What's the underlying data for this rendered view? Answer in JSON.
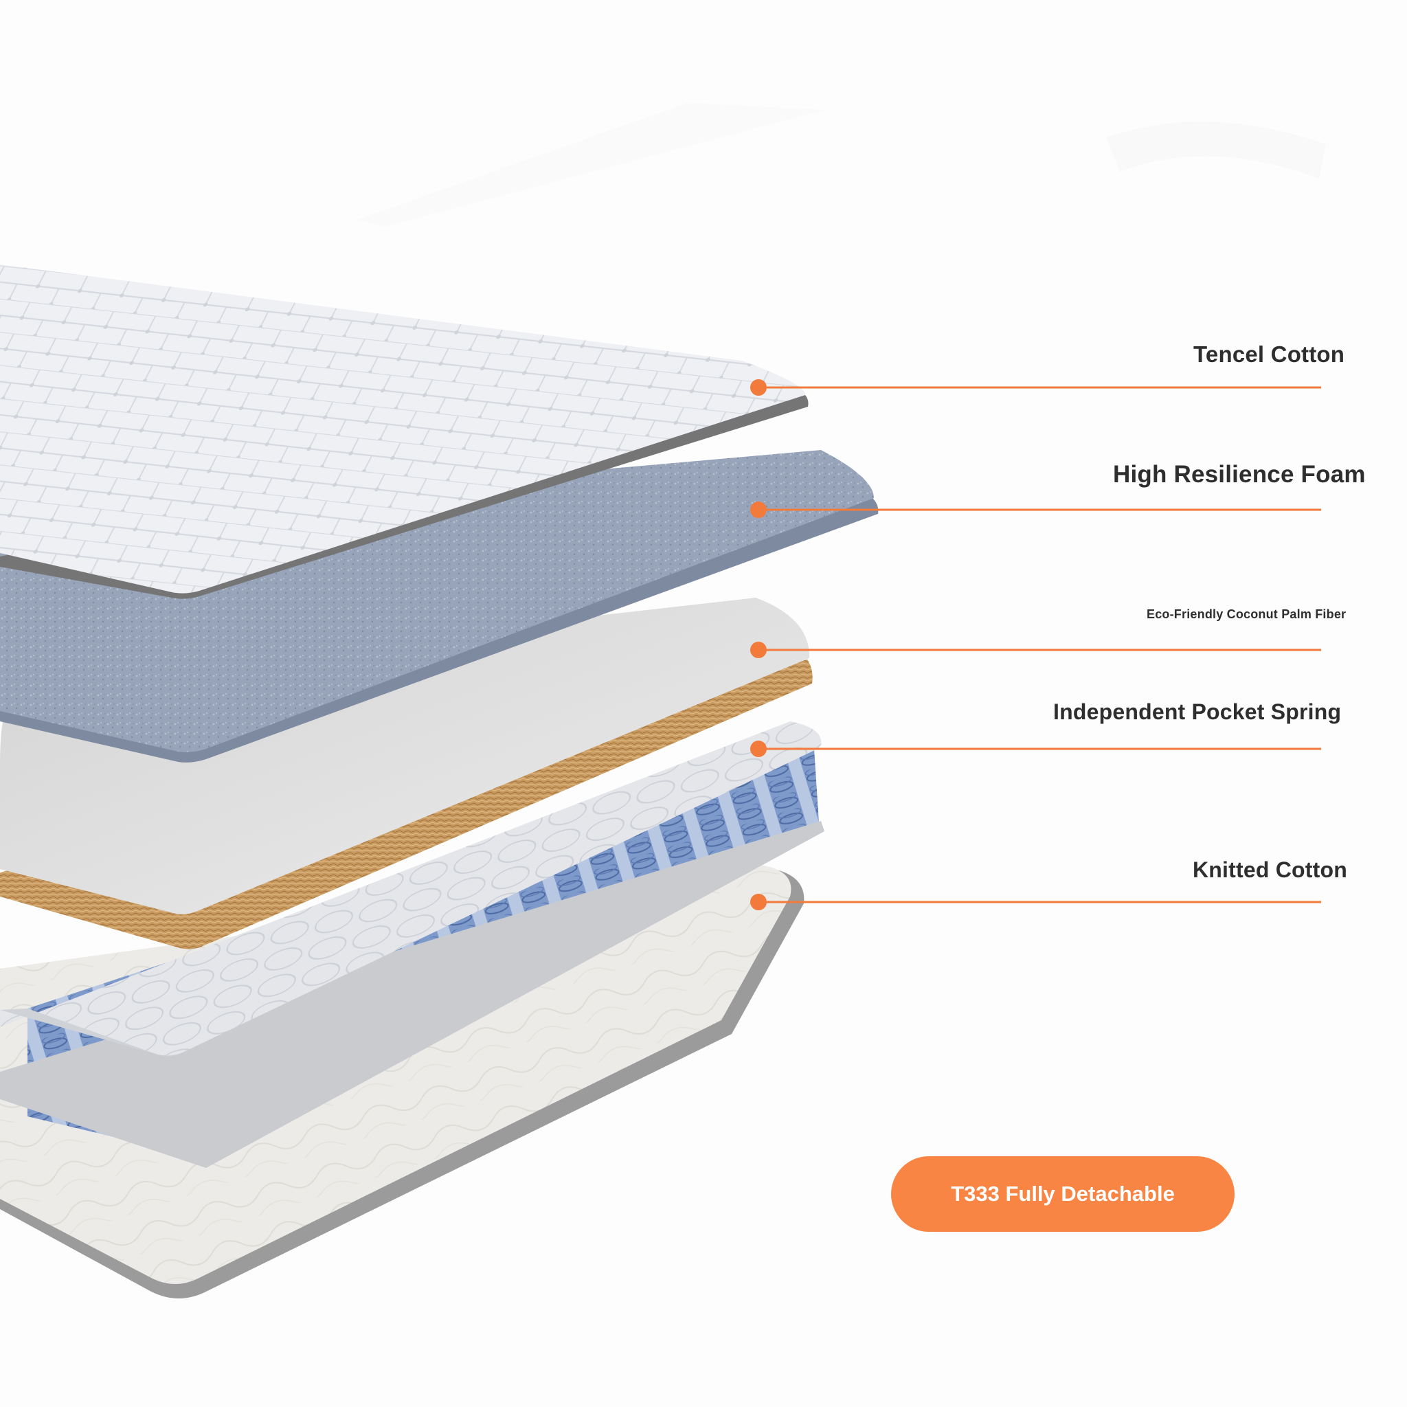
{
  "layers": [
    {
      "label": "Tencel Cotton"
    },
    {
      "label": "High Resilience Foam"
    },
    {
      "label": "Eco-Friendly Coconut Palm Fiber"
    },
    {
      "label": "Independent Pocket Spring"
    },
    {
      "label": "Knitted Cotton"
    }
  ],
  "badge": {
    "label": "T333 Fully Detachable"
  },
  "colors": {
    "accent": "#f98544",
    "callout_line": "#f27b3c",
    "foam": "#8f9db3",
    "coir": "#c79a5f",
    "spring": "#6f8fc2"
  }
}
